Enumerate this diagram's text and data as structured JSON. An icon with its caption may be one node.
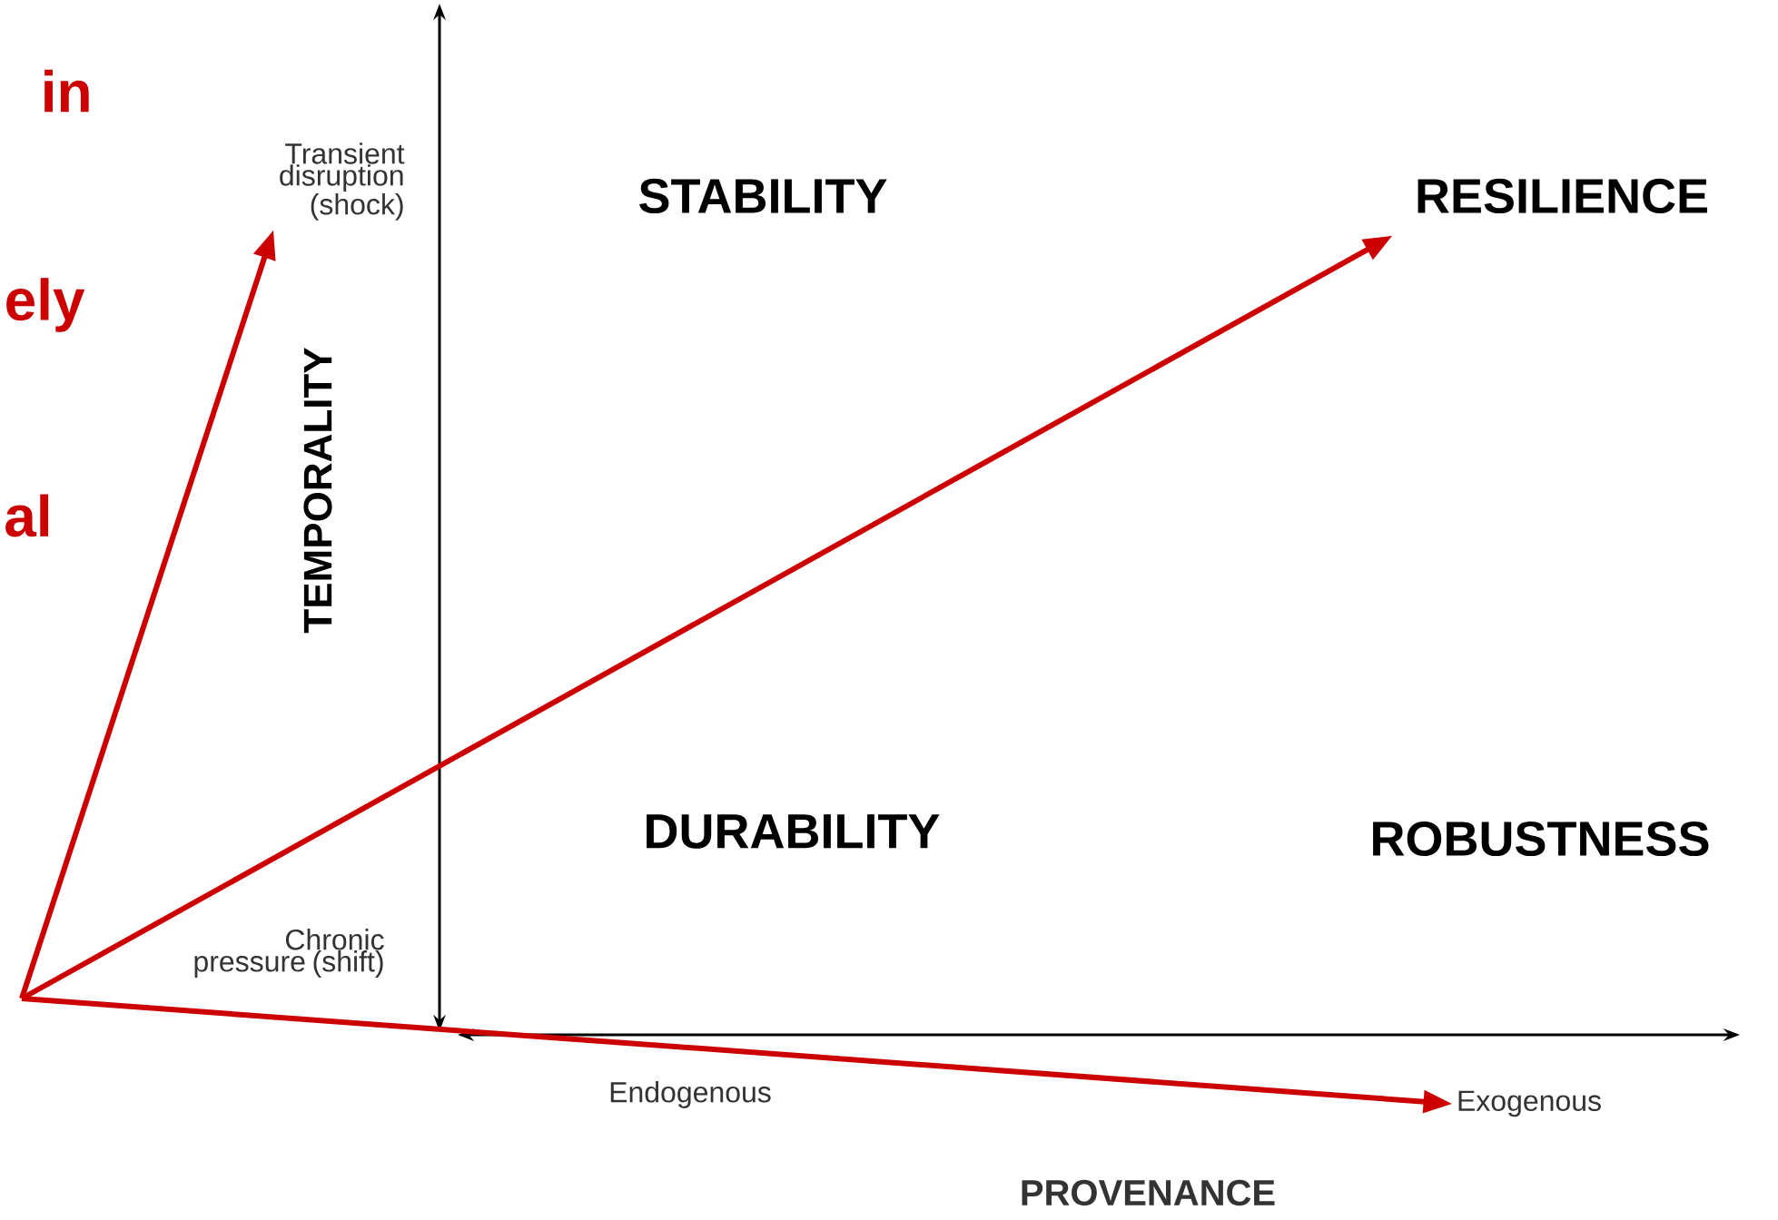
{
  "diagram": {
    "nodes": [
      {
        "text": [
          "Transient disruption (shock)"
        ]
      },
      {
        "text": [
          "RESILIENCE"
        ]
      },
      {
        "text": [
          "Exogenous"
        ]
      }
    ],
    "edges": [
      {
        "from": null,
        "to": 0,
        "arrow": "to"
      },
      {
        "from": null,
        "to": 1,
        "arrow": "to"
      },
      {
        "from": null,
        "to": 2,
        "arrow": "to"
      }
    ],
    "labels": [
      "in",
      "ely",
      "al",
      "STABILITY",
      "TEMPORALITY",
      "Chronic pressure (shift)",
      "DURABILITY",
      "ROBUSTNESS",
      "Endogenous",
      "PROVENANCE"
    ]
  }
}
